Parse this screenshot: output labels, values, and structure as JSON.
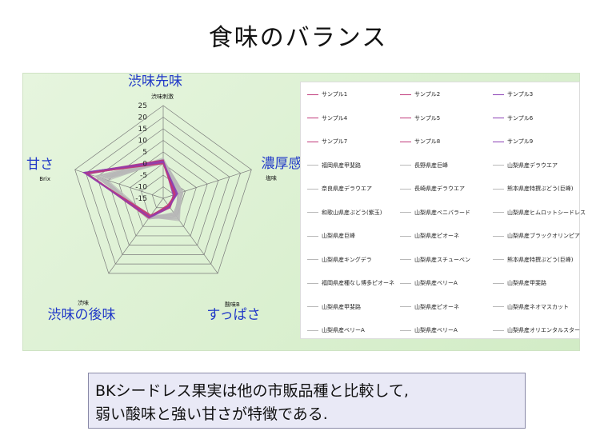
{
  "title": "食味のバランス",
  "chart_data": {
    "type": "radar",
    "axes": [
      {
        "name": "渋味先味",
        "sub": "渋味刺激"
      },
      {
        "name": "濃厚感",
        "sub": "塩味"
      },
      {
        "name": "すっぱさ",
        "sub": "酸味B"
      },
      {
        "name": "渋味の後味",
        "sub": "渋味"
      },
      {
        "name": "甘さ",
        "sub": "Brix"
      }
    ],
    "rlim": [
      -15,
      25
    ],
    "ticks": [
      "25",
      "20",
      "15",
      "10",
      "5",
      "0",
      "-5",
      "-10",
      "-15"
    ],
    "tick_values": [
      25,
      20,
      15,
      10,
      5,
      0,
      -5,
      -10,
      -15
    ],
    "series": [
      {
        "name": "サンプル1",
        "values": [
          1,
          -10,
          -10.5,
          -5,
          19
        ]
      },
      {
        "name": "サンプル2",
        "values": [
          0.5,
          -9,
          -11,
          -5.5,
          20
        ]
      },
      {
        "name": "サンプル3",
        "values": [
          1.5,
          -10.5,
          -10,
          -4.5,
          19.5
        ]
      },
      {
        "name": "サンプル4",
        "values": [
          0,
          -9.5,
          -11.5,
          -5,
          20.5
        ]
      },
      {
        "name": "サンプル5",
        "values": [
          1,
          -10,
          -11,
          -6,
          21
        ]
      },
      {
        "name": "サンプル6",
        "values": [
          0.5,
          -8.5,
          -10.5,
          -5,
          19.5
        ]
      },
      {
        "name": "サンプル7",
        "values": [
          1.5,
          -9.5,
          -10,
          -5.5,
          20.5
        ]
      },
      {
        "name": "サンプル8",
        "values": [
          0,
          -10,
          -11,
          -4.5,
          20
        ]
      },
      {
        "name": "サンプル9",
        "values": [
          1,
          -9,
          -10.5,
          -5,
          21
        ]
      },
      {
        "name": "福岡県産甲斐路",
        "values": [
          2,
          -6,
          -7,
          -4,
          12
        ]
      },
      {
        "name": "長野県産巨峰",
        "values": [
          0.5,
          -8,
          -6,
          -5,
          14
        ]
      },
      {
        "name": "山梨県産デラウエア",
        "values": [
          1.5,
          -7,
          -4,
          -5.5,
          13
        ]
      },
      {
        "name": "奈良県産デラウエア",
        "values": [
          0.5,
          -6.5,
          -5,
          -4.5,
          11
        ]
      },
      {
        "name": "長崎県産デラウエア",
        "values": [
          2.5,
          -7.5,
          -6.5,
          -5,
          12
        ]
      },
      {
        "name": "熊本県産特撰ぶどう(巨峰)",
        "values": [
          0.5,
          -8.5,
          -5.5,
          -4,
          15
        ]
      },
      {
        "name": "和歌山県産ぶどう(紫玉)",
        "values": [
          1,
          -7,
          -3,
          -5,
          10
        ]
      },
      {
        "name": "山梨県産ベニバラード",
        "values": [
          1.5,
          -6,
          -7.5,
          -4.5,
          14
        ]
      },
      {
        "name": "山梨県産ヒムロットシードレス",
        "values": [
          0,
          -8,
          -6,
          -5.5,
          16
        ]
      },
      {
        "name": "山梨県産巨峰",
        "values": [
          1,
          -7.5,
          -5,
          -4,
          13
        ]
      },
      {
        "name": "山梨県産ピオーネ",
        "values": [
          2,
          -6.5,
          -6,
          -5,
          15
        ]
      },
      {
        "name": "山梨県産ブラックオリンピア",
        "values": [
          0.5,
          -7,
          -4.5,
          -4.5,
          12
        ]
      },
      {
        "name": "山梨県産キングデラ",
        "values": [
          1.5,
          -8,
          -6.5,
          -5,
          13
        ]
      },
      {
        "name": "山梨県産スチューベン",
        "values": [
          0.5,
          -6,
          -5.5,
          -4,
          11
        ]
      },
      {
        "name": "熊本県産特撰ぶどう(巨峰)",
        "values": [
          1,
          -7.5,
          -7,
          -5.5,
          14
        ]
      },
      {
        "name": "福岡県産種なし博多ピオーネ",
        "values": [
          2,
          -8.5,
          -5,
          -5,
          16
        ]
      },
      {
        "name": "山梨県産ベリーA",
        "values": [
          0,
          -6.5,
          -6,
          -4.5,
          12
        ]
      },
      {
        "name": "山梨県産甲斐路",
        "values": [
          1,
          -7,
          -3.5,
          -5,
          13
        ]
      },
      {
        "name": "山梨県産甲斐路",
        "values": [
          1.5,
          -8,
          -6.5,
          -4,
          15
        ]
      },
      {
        "name": "山梨県産ピオーネ",
        "values": [
          0.5,
          -7,
          -5,
          -5.5,
          14
        ]
      },
      {
        "name": "山梨県産ネオマスカット",
        "values": [
          2,
          -6,
          -4,
          -4.5,
          11
        ]
      },
      {
        "name": "山梨県産ベリーA",
        "values": [
          1,
          -7.5,
          -6,
          -5,
          12
        ]
      },
      {
        "name": "山梨県産ベリーA",
        "values": [
          0.5,
          -8,
          -5.5,
          -4,
          13
        ]
      },
      {
        "name": "山梨県産オリエンタルスター",
        "values": [
          1.5,
          -6.5,
          -7,
          -5,
          15
        ]
      }
    ],
    "colors": {
      "sample_main": "#c0397a",
      "sample_alt": "#8a3fb5",
      "other": "#b8b8b8",
      "axis_label": "#2038c8"
    }
  },
  "caption": {
    "line1": "BKシードレス果実は他の市販品種と比較して,",
    "line2": "弱い酸味と強い甘さが特徴である."
  }
}
